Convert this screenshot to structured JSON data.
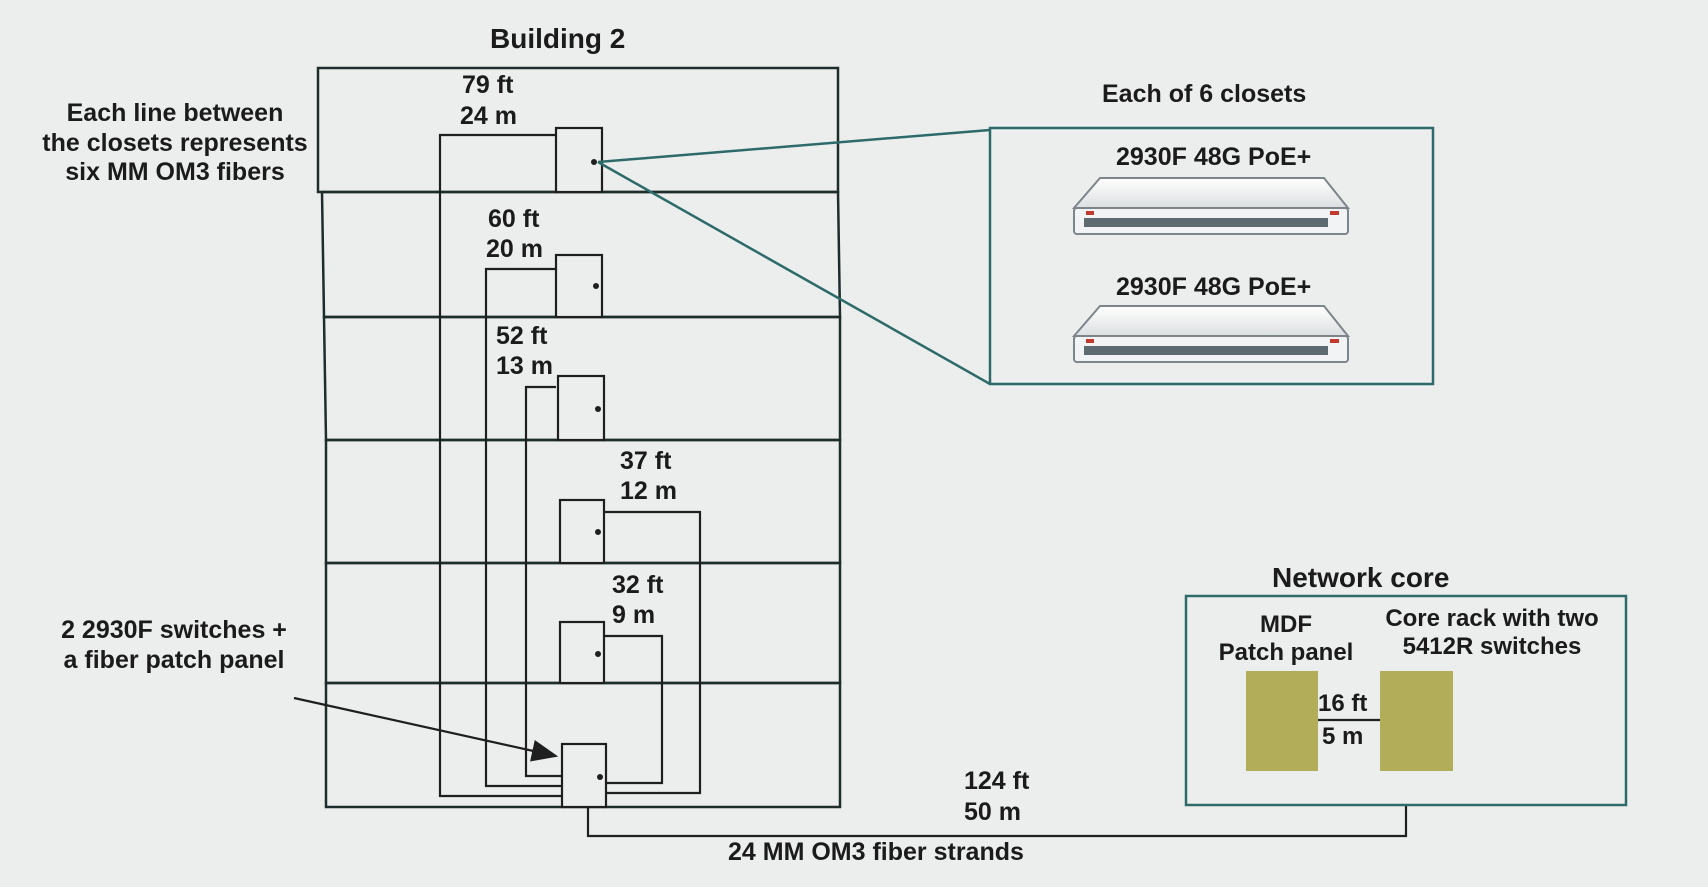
{
  "building": {
    "title": "Building 2",
    "note": "Each line between\nthe closets represents\nsix MM OM3 fibers",
    "switch_note": "2 2930F switches +\na fiber patch panel",
    "distances": [
      {
        "ft": "79 ft",
        "m": "24 m"
      },
      {
        "ft": "60 ft",
        "m": "20 m"
      },
      {
        "ft": "52 ft",
        "m": "13 m"
      },
      {
        "ft": "37 ft",
        "m": "12 m"
      },
      {
        "ft": "32 ft",
        "m": "9 m"
      }
    ]
  },
  "closet_detail": {
    "title": "Each of 6 closets",
    "switches": [
      "2930F 48G PoE+",
      "2930F 48G PoE+"
    ]
  },
  "core": {
    "title": "Network core",
    "mdf_label": "MDF\nPatch panel",
    "rack_label": "Core rack with two\n5412R switches",
    "link_ft": "16 ft",
    "link_m": "5 m"
  },
  "uplink": {
    "ft": "124 ft",
    "m": "50 m",
    "label": "24 MM OM3 fiber strands"
  },
  "colors": {
    "building_outline": "#1f2c2c",
    "callout_teal": "#2d6b6a",
    "panel_olive": "#b1ad58",
    "switch_accent": "#c0392b",
    "port_band": "#5f6a70"
  }
}
